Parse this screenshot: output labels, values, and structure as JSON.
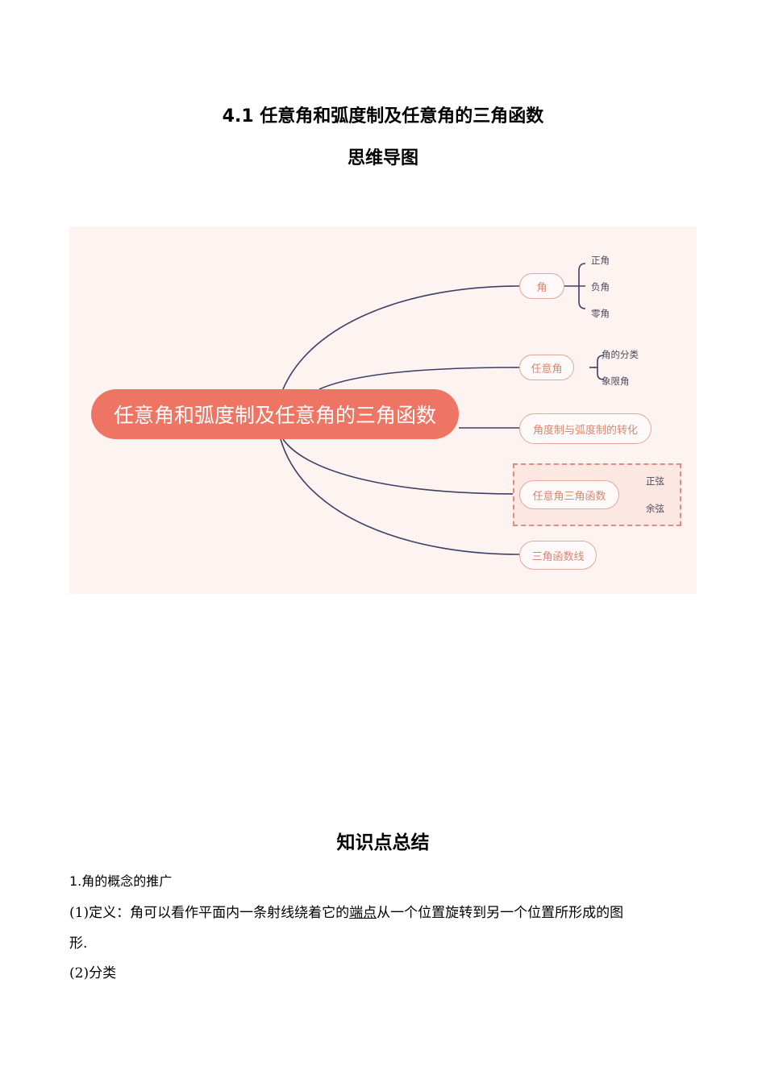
{
  "header": {
    "title": "4.1   任意角和弧度制及任意角的三角函数",
    "subtitle": "思维导图"
  },
  "mindmap": {
    "root": "任意角和弧度制及任意角的三角函数",
    "branches": [
      {
        "label": "角",
        "children": [
          "正角",
          "负角",
          "零角"
        ]
      },
      {
        "label": "任意角",
        "children": [
          "角的分类",
          "象限角"
        ]
      },
      {
        "label": "角度制与弧度制的转化",
        "children": []
      },
      {
        "label": "任意角三角函数",
        "children": [
          "正弦",
          "余弦"
        ],
        "highlighted": true
      },
      {
        "label": "三角函数线",
        "children": []
      }
    ],
    "colors": {
      "root": "#ee7564",
      "background": "#fdf4f2",
      "line": "#3f3f66",
      "node_border": "#e3a897",
      "node_text": "#d98670"
    }
  },
  "summary": {
    "title": "知识点总结",
    "heading1": "1.角的概念的推广",
    "def_prefix": "(1)定义：角可以看作平面内一条射线绕着它的",
    "def_underlined": "端点",
    "def_suffix": "从一个位置旋转到另一个位置所形成的图",
    "def_cont": "形.",
    "item2": "(2)分类"
  }
}
